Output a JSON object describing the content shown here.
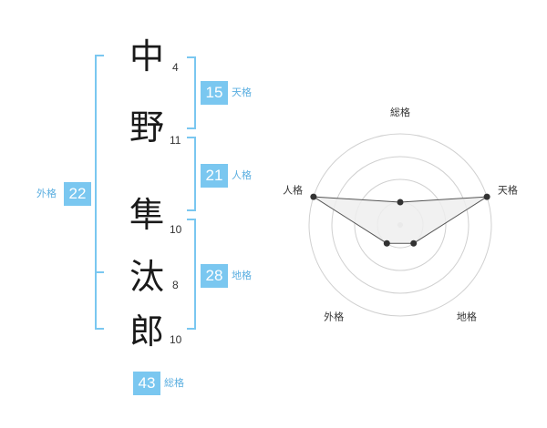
{
  "name": {
    "chars": [
      {
        "char": "中",
        "strokes": "4"
      },
      {
        "char": "野",
        "strokes": "11"
      },
      {
        "char": "隼",
        "strokes": "10"
      },
      {
        "char": "汰",
        "strokes": "8"
      },
      {
        "char": "郎",
        "strokes": "10"
      }
    ]
  },
  "fortunes": {
    "tenkaku": {
      "value": "15",
      "label": "天格"
    },
    "jinkaku": {
      "value": "21",
      "label": "人格"
    },
    "chikaku": {
      "value": "28",
      "label": "地格"
    },
    "gaikaku": {
      "value": "22",
      "label": "外格"
    },
    "soukaku": {
      "value": "43",
      "label": "総格"
    }
  },
  "chart_data": {
    "type": "radar",
    "axes": [
      "総格",
      "天格",
      "地格",
      "外格",
      "人格"
    ],
    "values": [
      1,
      4,
      1,
      1,
      4
    ],
    "max": 4,
    "rings": 4,
    "colors": {
      "fill": "#efefef",
      "line": "#555555",
      "point": "#333333",
      "grid": "#d0d0d0"
    }
  },
  "colors": {
    "accent": "#7ac7f0",
    "accent_text": "#5aaee0"
  }
}
